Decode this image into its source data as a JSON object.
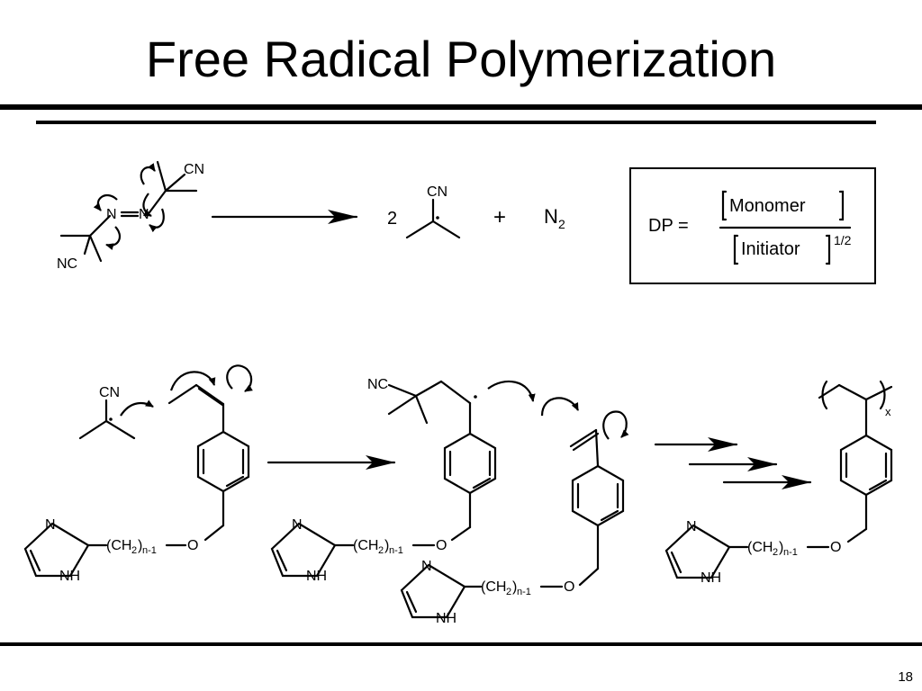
{
  "title": "Free Radical Polymerization",
  "page_number": "18",
  "initiation": {
    "azo_n1": "N",
    "azo_n2": "N",
    "cn_top": "CN",
    "nc_bottom": "NC",
    "coefficient": "2",
    "radical_cn": "CN",
    "plus": "+",
    "n2_symbol": "N",
    "n2_subscript": "2"
  },
  "dp_box": {
    "lhs": "DP =",
    "numerator": "Monomer",
    "denominator": "Initiator",
    "exponent": "1/2"
  },
  "propagation": {
    "initiator_cn": "CN",
    "adduct_nc": "NC",
    "polymer_subscript": "x",
    "imidazole_n": "N",
    "imidazole_nh": "NH",
    "linker_ch": "(CH",
    "linker_2": "2",
    "linker_close": ")",
    "linker_n1": "n-1",
    "linker_o": "O"
  }
}
